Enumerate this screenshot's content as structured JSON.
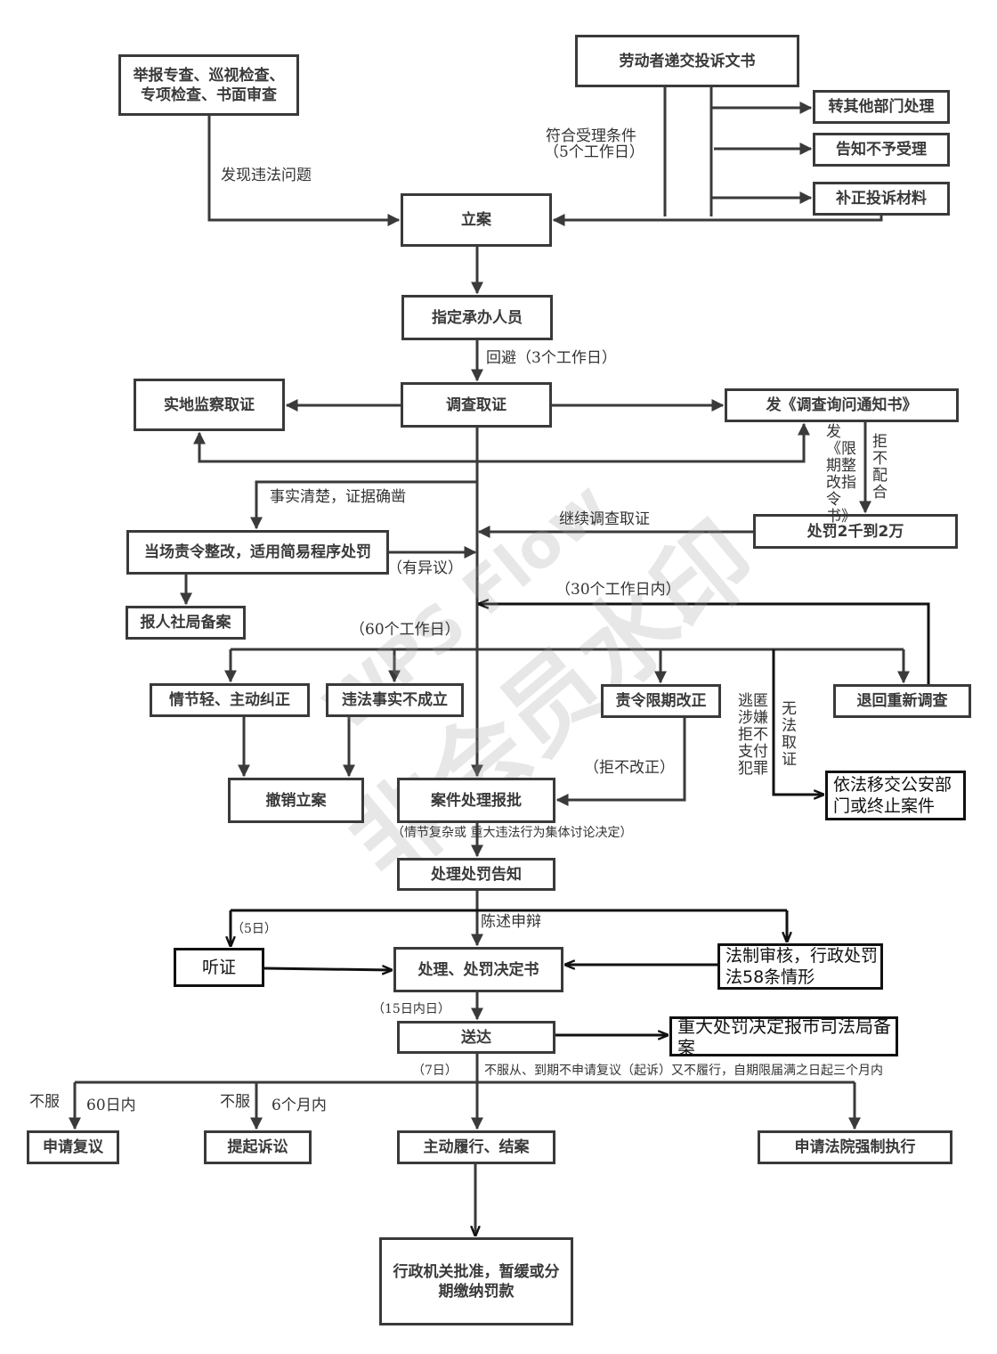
{
  "nodes": {
    "inspection": "举报专查、巡视检查、专项检查、书面审查",
    "complaint": "劳动者递交投诉文书",
    "transfer": "转其他部门处理",
    "reject": "告知不予受理",
    "supplement": "补正投诉材料",
    "register": "立案",
    "assign": "指定承办人员",
    "site_evidence": "实地监察取证",
    "investigate": "调查取证",
    "notice": "发《调查询问通知书》",
    "fine": "处罚2千到2万",
    "onsite_correct": "当场责令整改，适用简易程序处罚",
    "report_hr": "报人社局备案",
    "minor": "情节轻、主动纠正",
    "not_established": "违法事实不成立",
    "order_correct": "责令限期改正",
    "reinvestigate": "退回重新调查",
    "revoke": "撤销立案",
    "approval": "案件处理报批",
    "police": "依法移交公安部门或终止案件",
    "penalty_notice": "处理处罚告知",
    "hearing": "听证",
    "decision": "处理、处罚决定书",
    "legal_review": "法制审核，行政处罚法58条情形",
    "deliver": "送达",
    "major_filing": "重大处罚决定报市司法局备案",
    "reconsider": "申请复议",
    "lawsuit": "提起诉讼",
    "comply": "主动履行、结案",
    "enforce": "申请法院强制执行",
    "defer_payment": "行政机关批准，暂缓或分期缴纳罚款"
  },
  "labels": {
    "found_violation": "发现违法问题",
    "meets_conditions": "符合受理条件",
    "five_workdays": "（5个工作日）",
    "recusal": "回避（3个工作日）",
    "facts_clear": "事实清楚，证据确凿",
    "rectify_order": "发《限期整改指令书》",
    "refuse_cooperate": "拒不配合",
    "continue_investigation": "继续调查取证",
    "objection": "（有异议）",
    "thirty_workdays": "（30个工作日内）",
    "sixty_workdays": "（60个工作日）",
    "refuse_correct": "（拒不改正）",
    "crime_suspect": "逃匿涉嫌拒不支付犯罪",
    "no_evidence": "无法取证",
    "collective": "（情节复杂或 重大违法行为集体讨论决定）",
    "statement": "陈述申辩",
    "five_days": "（5日）",
    "fifteen_days": "（15日内日）",
    "seven_days": "（7日）",
    "non_compliance": "不服从、到期不申请复议（起诉）又不履行，自期限届满之日起三个月内",
    "disagree_1": "不服",
    "sixty_days": "60日内",
    "disagree_2": "不服",
    "six_months": "6个月内"
  },
  "watermark": {
    "brand": "WPS Flow",
    "text": "非会员水印"
  }
}
